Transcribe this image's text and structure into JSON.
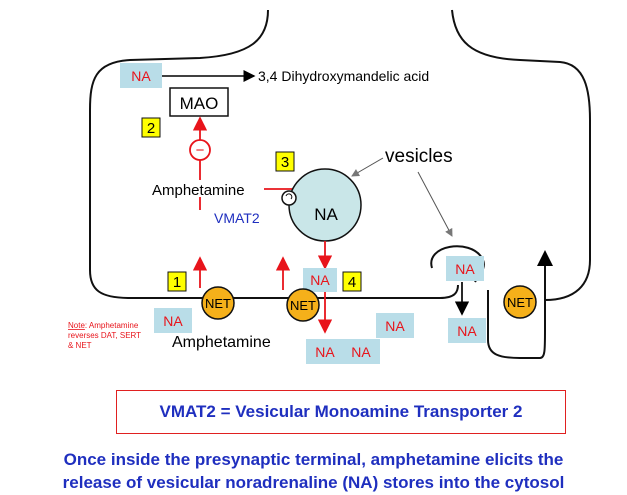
{
  "na_label": "NA",
  "mao": {
    "label": "MAO",
    "product": "3,4 Dihydroxymandelic acid"
  },
  "steps": {
    "s1": "1",
    "s2": "2",
    "s3": "3",
    "s4": "4"
  },
  "inhibit_symbol": "−",
  "amphetamine_label": "Amphetamine",
  "vmat2_label": "VMAT2",
  "vesicles_label": "vesicles",
  "net_label": "NET",
  "note": {
    "title": "Note",
    "lines": [
      ": Amphetamine",
      "reverses DAT, SERT",
      "& NET"
    ]
  },
  "legend": "VMAT2 = Vesicular Monoamine Transporter 2",
  "caption": {
    "line1": "Once inside the presynaptic terminal, amphetamine elicits the",
    "line2": "release of vesicular noradrenaline (NA) stores into the cytosol"
  },
  "colors": {
    "red": "#e8141b",
    "na_box": "#b9dde8",
    "net_fill": "#f5b01a",
    "vesicle_fill": "#c9e6e8",
    "blue_text": "#1f2fbf",
    "step_fill": "#ffff00"
  }
}
